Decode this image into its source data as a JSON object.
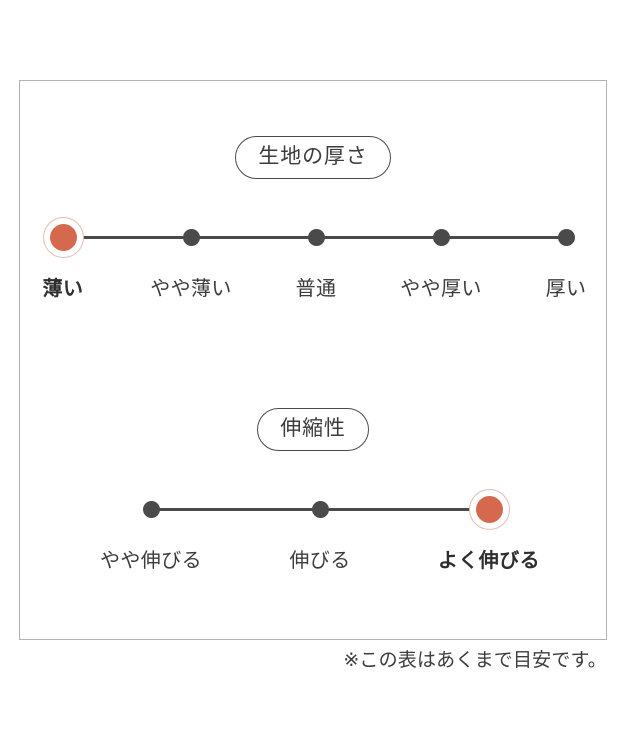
{
  "frame": {
    "border_color": "#b2b2b2"
  },
  "colors": {
    "active_dot": "#d4694e",
    "active_ring": "#e3beb2",
    "inactive_dot": "#4a4a4a",
    "rail": "#4a4a4a",
    "text": "#3c3c3c"
  },
  "sections": [
    {
      "id": "fabric-thickness",
      "badge": "生地の厚さ",
      "selected_index": 0,
      "options": [
        {
          "label": "薄い",
          "selected": true
        },
        {
          "label": "やや薄い",
          "selected": false
        },
        {
          "label": "普通",
          "selected": false
        },
        {
          "label": "やや厚い",
          "selected": false
        },
        {
          "label": "厚い",
          "selected": false
        }
      ]
    },
    {
      "id": "stretchiness",
      "badge": "伸縮性",
      "selected_index": 2,
      "options": [
        {
          "label": "やや伸びる",
          "selected": false
        },
        {
          "label": "伸びる",
          "selected": false
        },
        {
          "label": "よく伸びる",
          "selected": true
        }
      ]
    }
  ],
  "footnote": "※この表はあくまで目安です。"
}
